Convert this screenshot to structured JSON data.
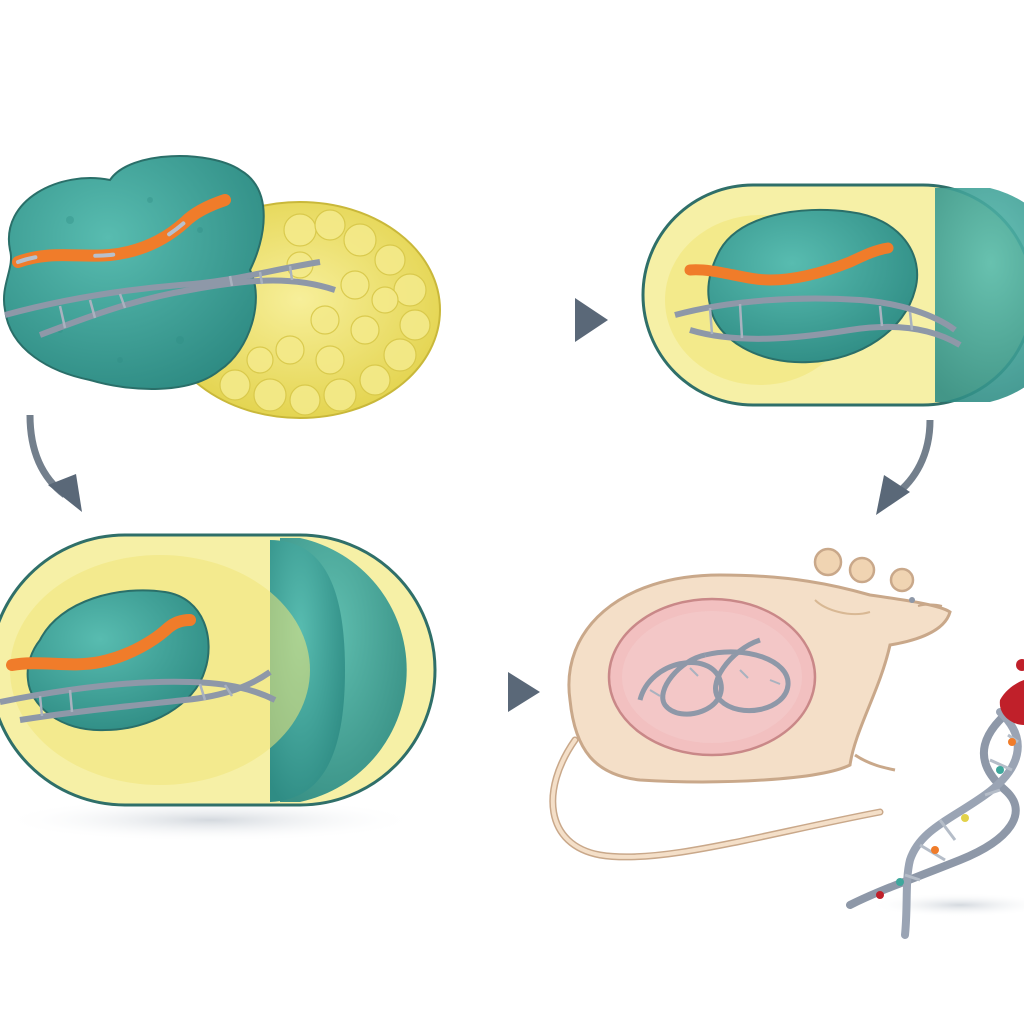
{
  "diagram": {
    "panels": [
      {
        "id": "fusion",
        "icon": "cell-fusion-icon"
      },
      {
        "id": "cell-top-right",
        "icon": "cell-capsule-icon"
      },
      {
        "id": "cell-bottom-left",
        "icon": "cell-capsule-icon"
      },
      {
        "id": "mouse",
        "icon": "mouse-icon"
      },
      {
        "id": "dna",
        "icon": "dna-helix-icon"
      }
    ],
    "arrows": [
      {
        "from": "fusion",
        "to": "cell-top-right"
      },
      {
        "from": "fusion",
        "to": "cell-bottom-left"
      },
      {
        "from": "cell-top-right",
        "to": "mouse"
      },
      {
        "from": "cell-bottom-left",
        "to": "mouse"
      }
    ],
    "colors": {
      "teal": "#3fa79c",
      "teal_dark": "#2f7f78",
      "yellow": "#eee36a",
      "yellow_light": "#f6f0a6",
      "orange": "#f07c2a",
      "dna_gray": "#8e98a8",
      "arrow": "#5a6878",
      "mouse_body": "#f4dfc8",
      "mouse_outline": "#c9a88a",
      "nucleus_pink": "#f2c0c0",
      "red": "#c0202a"
    }
  }
}
